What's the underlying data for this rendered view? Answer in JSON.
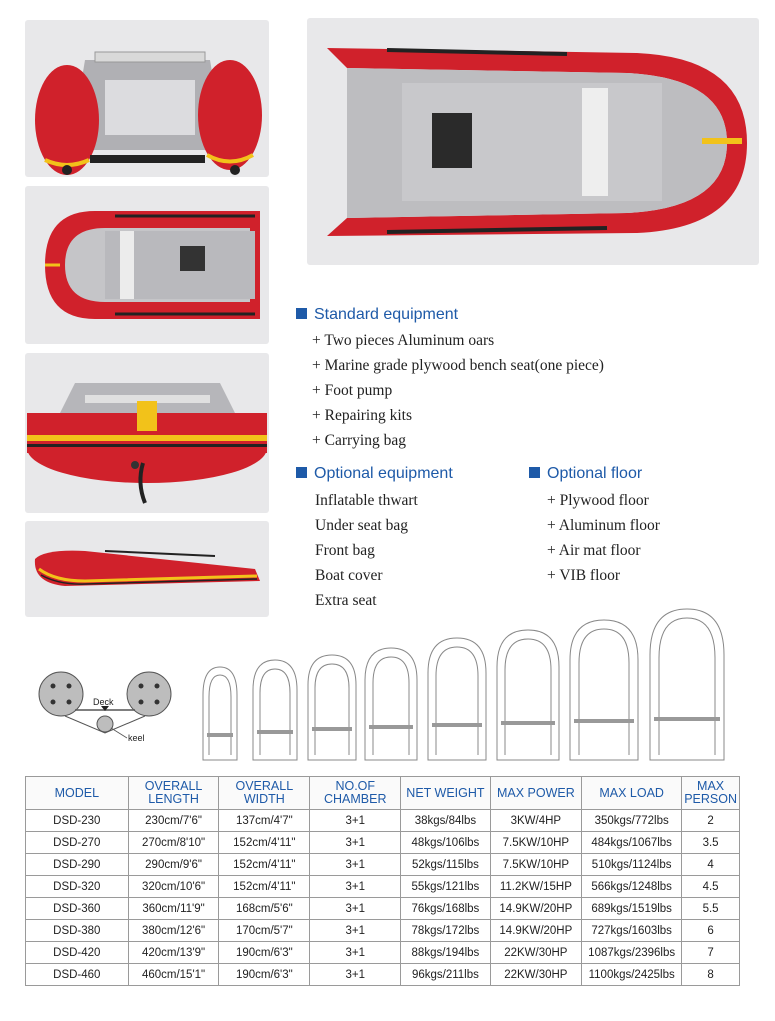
{
  "standard_equipment": {
    "heading": "Standard equipment",
    "items": [
      "+ Two pieces Aluminum oars",
      "+ Marine grade plywood bench seat(one piece)",
      "+ Foot pump",
      "+ Repairing kits",
      "+ Carrying bag"
    ]
  },
  "optional_equipment": {
    "heading": "Optional equipment",
    "items": [
      "Inflatable thwart",
      "Under seat bag",
      "Front bag",
      "Boat cover",
      "Extra seat"
    ]
  },
  "optional_floor": {
    "heading": "Optional floor",
    "items": [
      "+ Plywood floor",
      "+ Aluminum floor",
      "+ Air mat floor",
      "+ VIB floor"
    ]
  },
  "diagram": {
    "deck_label": "Deck",
    "keel_label": "keel"
  },
  "colors": {
    "accent": "#1e5aa8",
    "boat_red": "#d0212b",
    "stripe_yellow": "#f2c21a"
  },
  "table": {
    "headers": [
      "MODEL",
      "OVERALL LENGTH",
      "OVERALL WIDTH",
      "NO.OF CHAMBER",
      "NET WEIGHT",
      "MAX POWER",
      "MAX LOAD",
      "MAX PERSON"
    ],
    "rows": [
      [
        "DSD-230",
        "230cm/7'6\"",
        "137cm/4'7\"",
        "3+1",
        "38kgs/84lbs",
        "3KW/4HP",
        "350kgs/772lbs",
        "2"
      ],
      [
        "DSD-270",
        "270cm/8'10\"",
        "152cm/4'11\"",
        "3+1",
        "48kgs/106lbs",
        "7.5KW/10HP",
        "484kgs/1067lbs",
        "3.5"
      ],
      [
        "DSD-290",
        "290cm/9'6\"",
        "152cm/4'11\"",
        "3+1",
        "52kgs/115lbs",
        "7.5KW/10HP",
        "510kgs/1124lbs",
        "4"
      ],
      [
        "DSD-320",
        "320cm/10'6\"",
        "152cm/4'11\"",
        "3+1",
        "55kgs/121lbs",
        "11.2KW/15HP",
        "566kgs/1248lbs",
        "4.5"
      ],
      [
        "DSD-360",
        "360cm/11'9\"",
        "168cm/5'6\"",
        "3+1",
        "76kgs/168lbs",
        "14.9KW/20HP",
        "689kgs/1519lbs",
        "5.5"
      ],
      [
        "DSD-380",
        "380cm/12'6\"",
        "170cm/5'7\"",
        "3+1",
        "78kgs/172lbs",
        "14.9KW/20HP",
        "727kgs/1603lbs",
        "6"
      ],
      [
        "DSD-420",
        "420cm/13'9\"",
        "190cm/6'3\"",
        "3+1",
        "88kgs/194lbs",
        "22KW/30HP",
        "1087kgs/2396lbs",
        "7"
      ],
      [
        "DSD-460",
        "460cm/15'1\"",
        "190cm/6'3\"",
        "3+1",
        "96kgs/211lbs",
        "22KW/30HP",
        "1100kgs/2425lbs",
        "8"
      ]
    ]
  }
}
